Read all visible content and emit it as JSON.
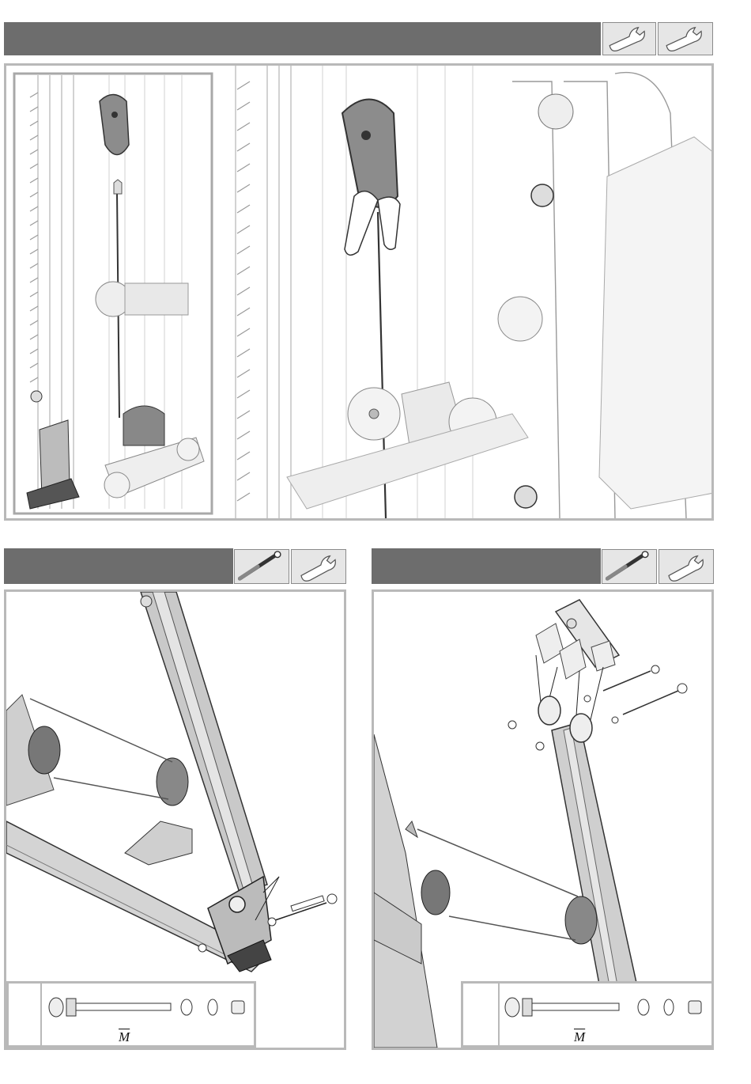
{
  "sections": [
    {
      "id": "top",
      "tools": [
        "wrench-icon",
        "wrench-icon"
      ]
    },
    {
      "id": "bottom-left",
      "tools": [
        "torque-wrench-icon",
        "wrench-icon"
      ],
      "legend_label": "M"
    },
    {
      "id": "bottom-right",
      "tools": [
        "torque-wrench-icon",
        "wrench-icon"
      ],
      "legend_label": "M"
    }
  ],
  "colors": {
    "header_bar": "#6d6d6d",
    "panel_border": "#b9b9b9",
    "tool_bg": "#e6e6e6"
  }
}
